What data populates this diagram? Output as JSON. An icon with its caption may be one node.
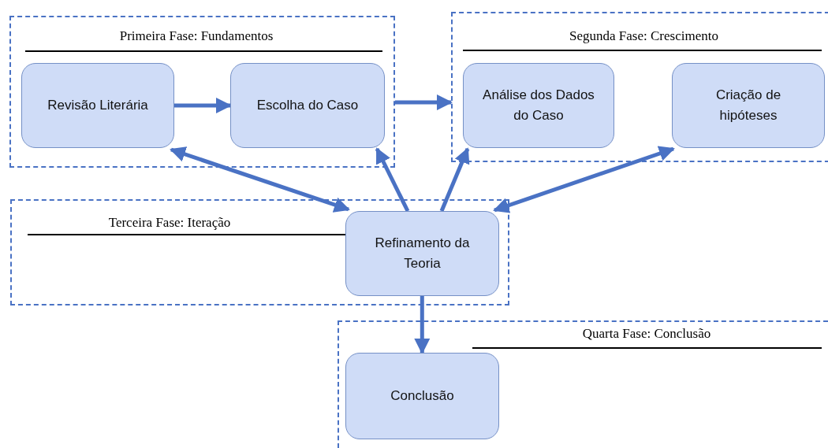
{
  "diagram": {
    "nodes": [
      {
        "text": [
          "Primeira Fase: Fundamentos"
        ]
      },
      {
        "text": [
          "Revisão Literária"
        ],
        "in": 0
      },
      {
        "text": [
          "Escolha do Caso"
        ],
        "in": 0
      },
      {
        "text": [
          "Segunda Fase: Crescimento"
        ]
      },
      {
        "text": [
          "Análise dos Dados do Caso"
        ],
        "in": 3
      },
      {
        "text": [
          "Criação de hipóteses"
        ],
        "in": 3
      },
      {
        "text": [
          "Terceira Fase: Iteração"
        ]
      },
      {
        "text": [
          "Refinamento da Teoria"
        ],
        "in": 6
      },
      {
        "text": [
          "Quarta Fase: Conclusão"
        ]
      },
      {
        "text": [
          "Conclusão"
        ],
        "in": 8
      }
    ],
    "edges": [
      {
        "from": 1,
        "to": 2,
        "arrow": "to"
      },
      {
        "from": 0,
        "to": 3,
        "arrow": "to"
      },
      {
        "from": 7,
        "to": 1,
        "arrow": "both"
      },
      {
        "from": 7,
        "to": 2,
        "arrow": "to"
      },
      {
        "from": 7,
        "to": 4,
        "arrow": "to"
      },
      {
        "from": 7,
        "to": 5,
        "arrow": "both"
      },
      {
        "from": 7,
        "to": 9,
        "arrow": "to"
      }
    ]
  }
}
